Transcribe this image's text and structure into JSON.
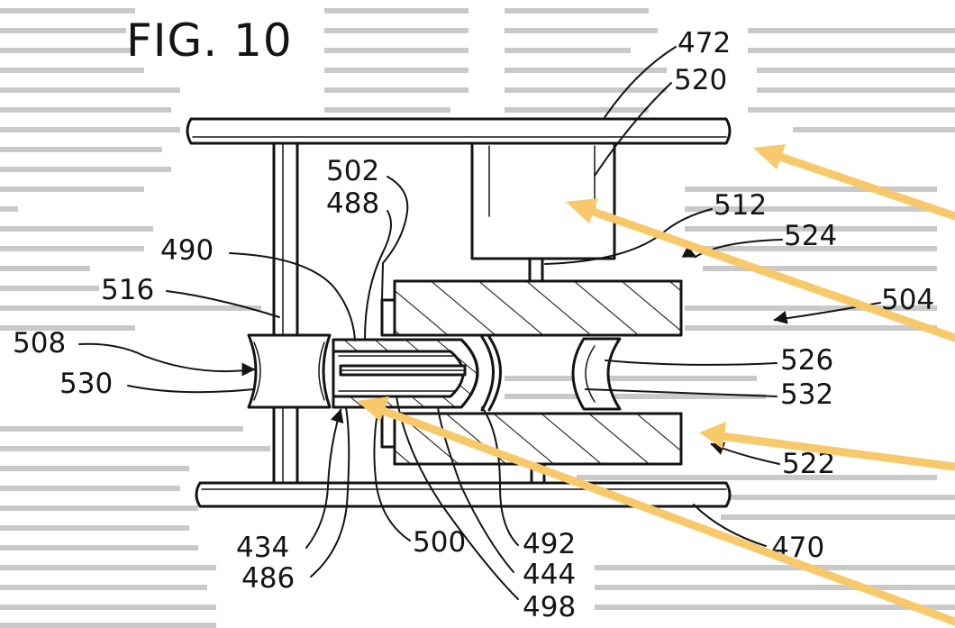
{
  "figure": {
    "title": "FIG. 10",
    "labels": {
      "l472": "472",
      "l520": "520",
      "l502": "502",
      "l488": "488",
      "l512": "512",
      "l524": "524",
      "l490": "490",
      "l516": "516",
      "l504": "504",
      "l508": "508",
      "l530": "530",
      "l526": "526",
      "l532": "532",
      "l522": "522",
      "l434": "434",
      "l486": "486",
      "l500": "500",
      "l492": "492",
      "l444": "444",
      "l498": "498",
      "l470": "470"
    }
  },
  "colors": {
    "ink": "#141414",
    "hatch": "#1a1a1a",
    "annotation_arrow": "#f7c96b",
    "background_text": "#c9c9c9",
    "paper": "#ffffff"
  }
}
